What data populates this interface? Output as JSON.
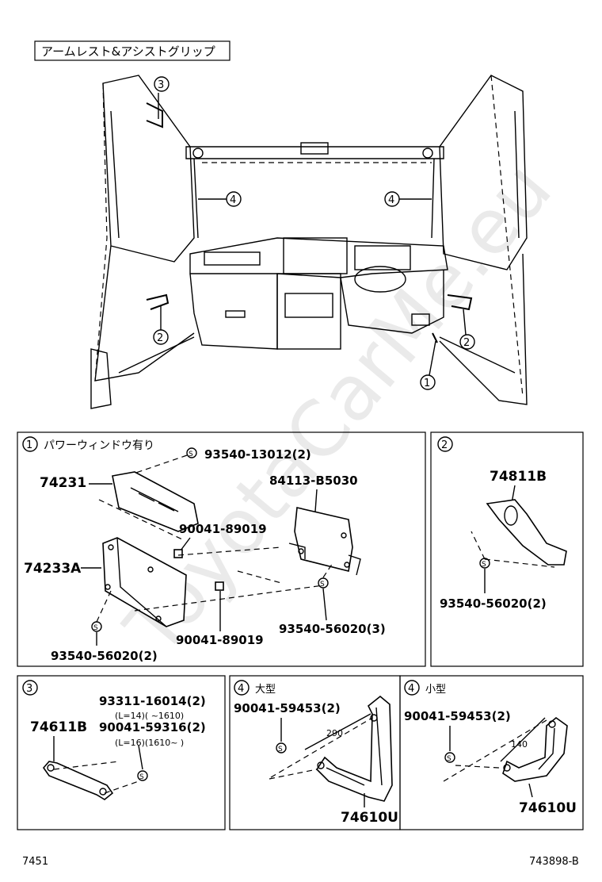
{
  "title": "アームレスト&アシストグリップ",
  "watermark": "ToyotaCarMe.eu",
  "footer": {
    "left": "7451",
    "right": "743898-B"
  },
  "overview": {
    "callouts": [
      "3",
      "4",
      "4",
      "2",
      "2",
      "1"
    ]
  },
  "panel1": {
    "num": "1",
    "heading": "パワーウィンドウ有り",
    "s_mark": "S",
    "parts": [
      "93540-13012(2)",
      "74231",
      "84113-B5030",
      "90041-89019",
      "74233A",
      "93540-56020(3)",
      "90041-89019",
      "93540-56020(2)"
    ]
  },
  "panel2": {
    "num": "2",
    "parts": [
      "74811B",
      "93540-56020(2)"
    ]
  },
  "panel3": {
    "num": "3",
    "parts": [
      "93311-16014(2)",
      "74611B",
      "90041-59316(2)"
    ],
    "notes": [
      "(L=14)(      ~1610)",
      "(L=16)(1610~       )"
    ]
  },
  "panel4a": {
    "num": "4",
    "heading": "大型",
    "parts": [
      "90041-59453(2)",
      "74610U"
    ],
    "dim": "290"
  },
  "panel4b": {
    "num": "4",
    "heading": "小型",
    "parts": [
      "90041-59453(2)",
      "74610U"
    ],
    "dim": "140"
  }
}
